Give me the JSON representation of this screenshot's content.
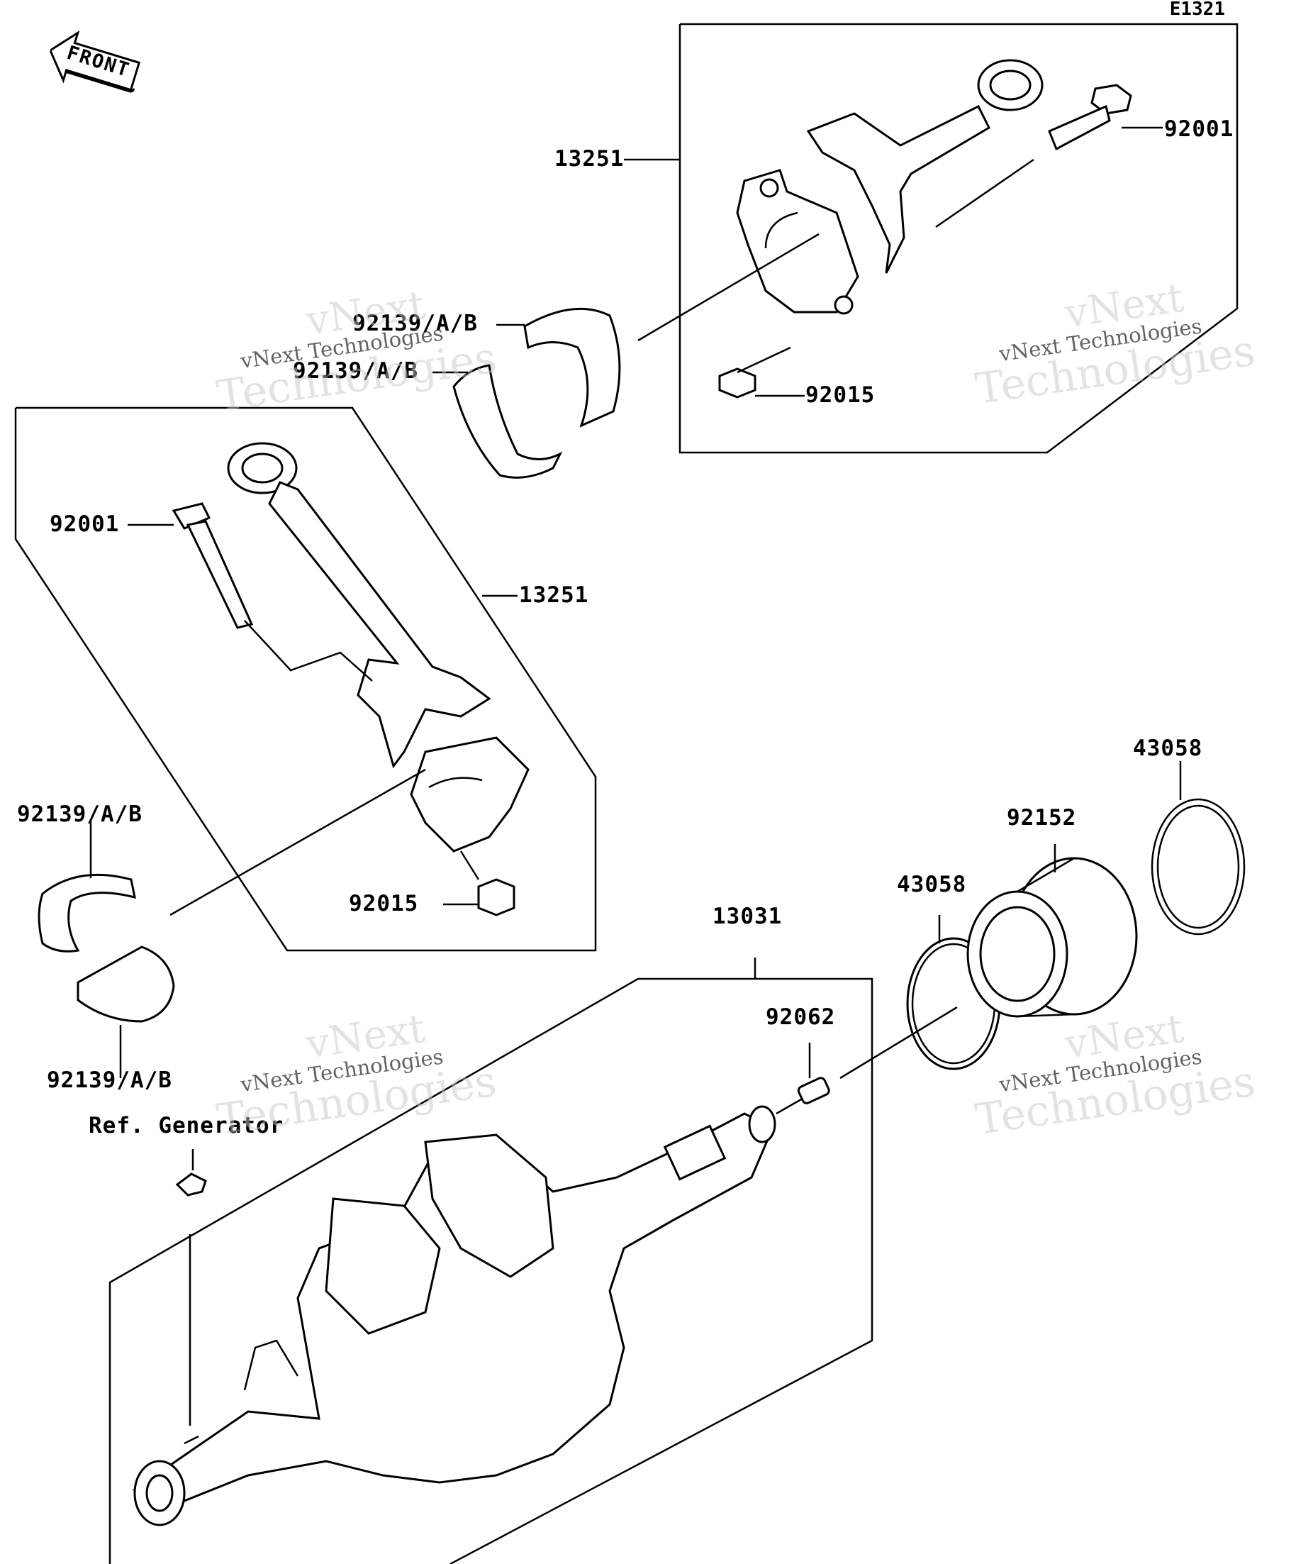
{
  "diagram": {
    "corner_code": "E1321",
    "front_label": "FRONT",
    "labels": {
      "conrod_top": "13251",
      "bolt_top": "92001",
      "bearing_top_upper": "92139/A/B",
      "bearing_top_lower": "92139/A/B",
      "nut_top": "92015",
      "bolt_left": "92001",
      "conrod_left": "13251",
      "bearing_left_upper": "92139/A/B",
      "bearing_left_lower": "92139/A/B",
      "nut_left": "92015",
      "ring_right": "43058",
      "bearing_right": "92152",
      "ring_left": "43058",
      "crankshaft": "13031",
      "pin": "92062",
      "ref_generator": "Ref. Generator"
    },
    "watermark": {
      "line1": "vNext",
      "line2": "vNext Technologies",
      "line3": "Technologies"
    }
  }
}
